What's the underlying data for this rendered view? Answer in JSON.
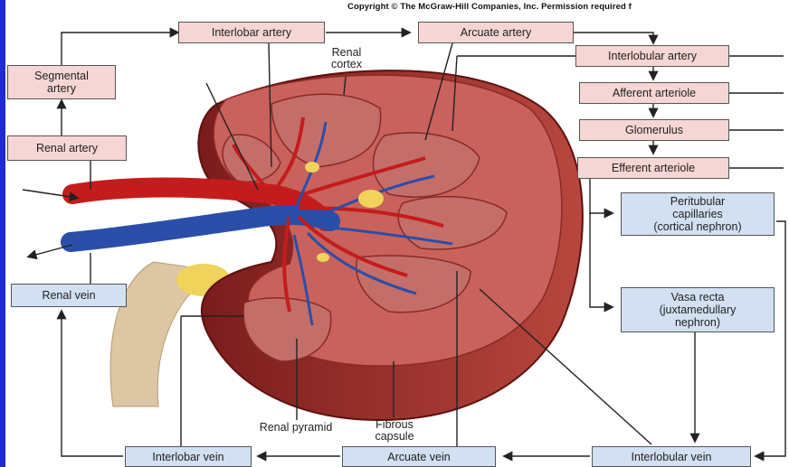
{
  "copyright": "Copyright © The McGraw-Hill Companies, Inc. Permission required f",
  "labels": {
    "interlobar_artery": "Interlobar artery",
    "arcuate_artery": "Arcuate artery",
    "interlobular_artery": "Interlobular artery",
    "afferent_arteriole": "Afferent arteriole",
    "glomerulus": "Glomerulus",
    "efferent_arteriole": "Efferent arteriole",
    "peritubular_capillaries": "Peritubular\ncapillaries\n(cortical nephron)",
    "vasa_recta": "Vasa recta\n(juxtamedullary\nnephron)",
    "segmental_artery": "Segmental\nartery",
    "renal_artery": "Renal artery",
    "renal_vein": "Renal vein",
    "interlobar_vein": "Interlobar vein",
    "arcuate_vein": "Arcuate vein",
    "interlobular_vein": "Interlobular vein",
    "renal_cortex": "Renal\ncortex",
    "renal_pyramid": "Renal pyramid",
    "fibrous_capsule": "Fibrous\ncapsule"
  },
  "colors": {
    "artery_box": "#f5d6d4",
    "vein_box": "#d2e0f2",
    "background": "#1a26c9"
  }
}
